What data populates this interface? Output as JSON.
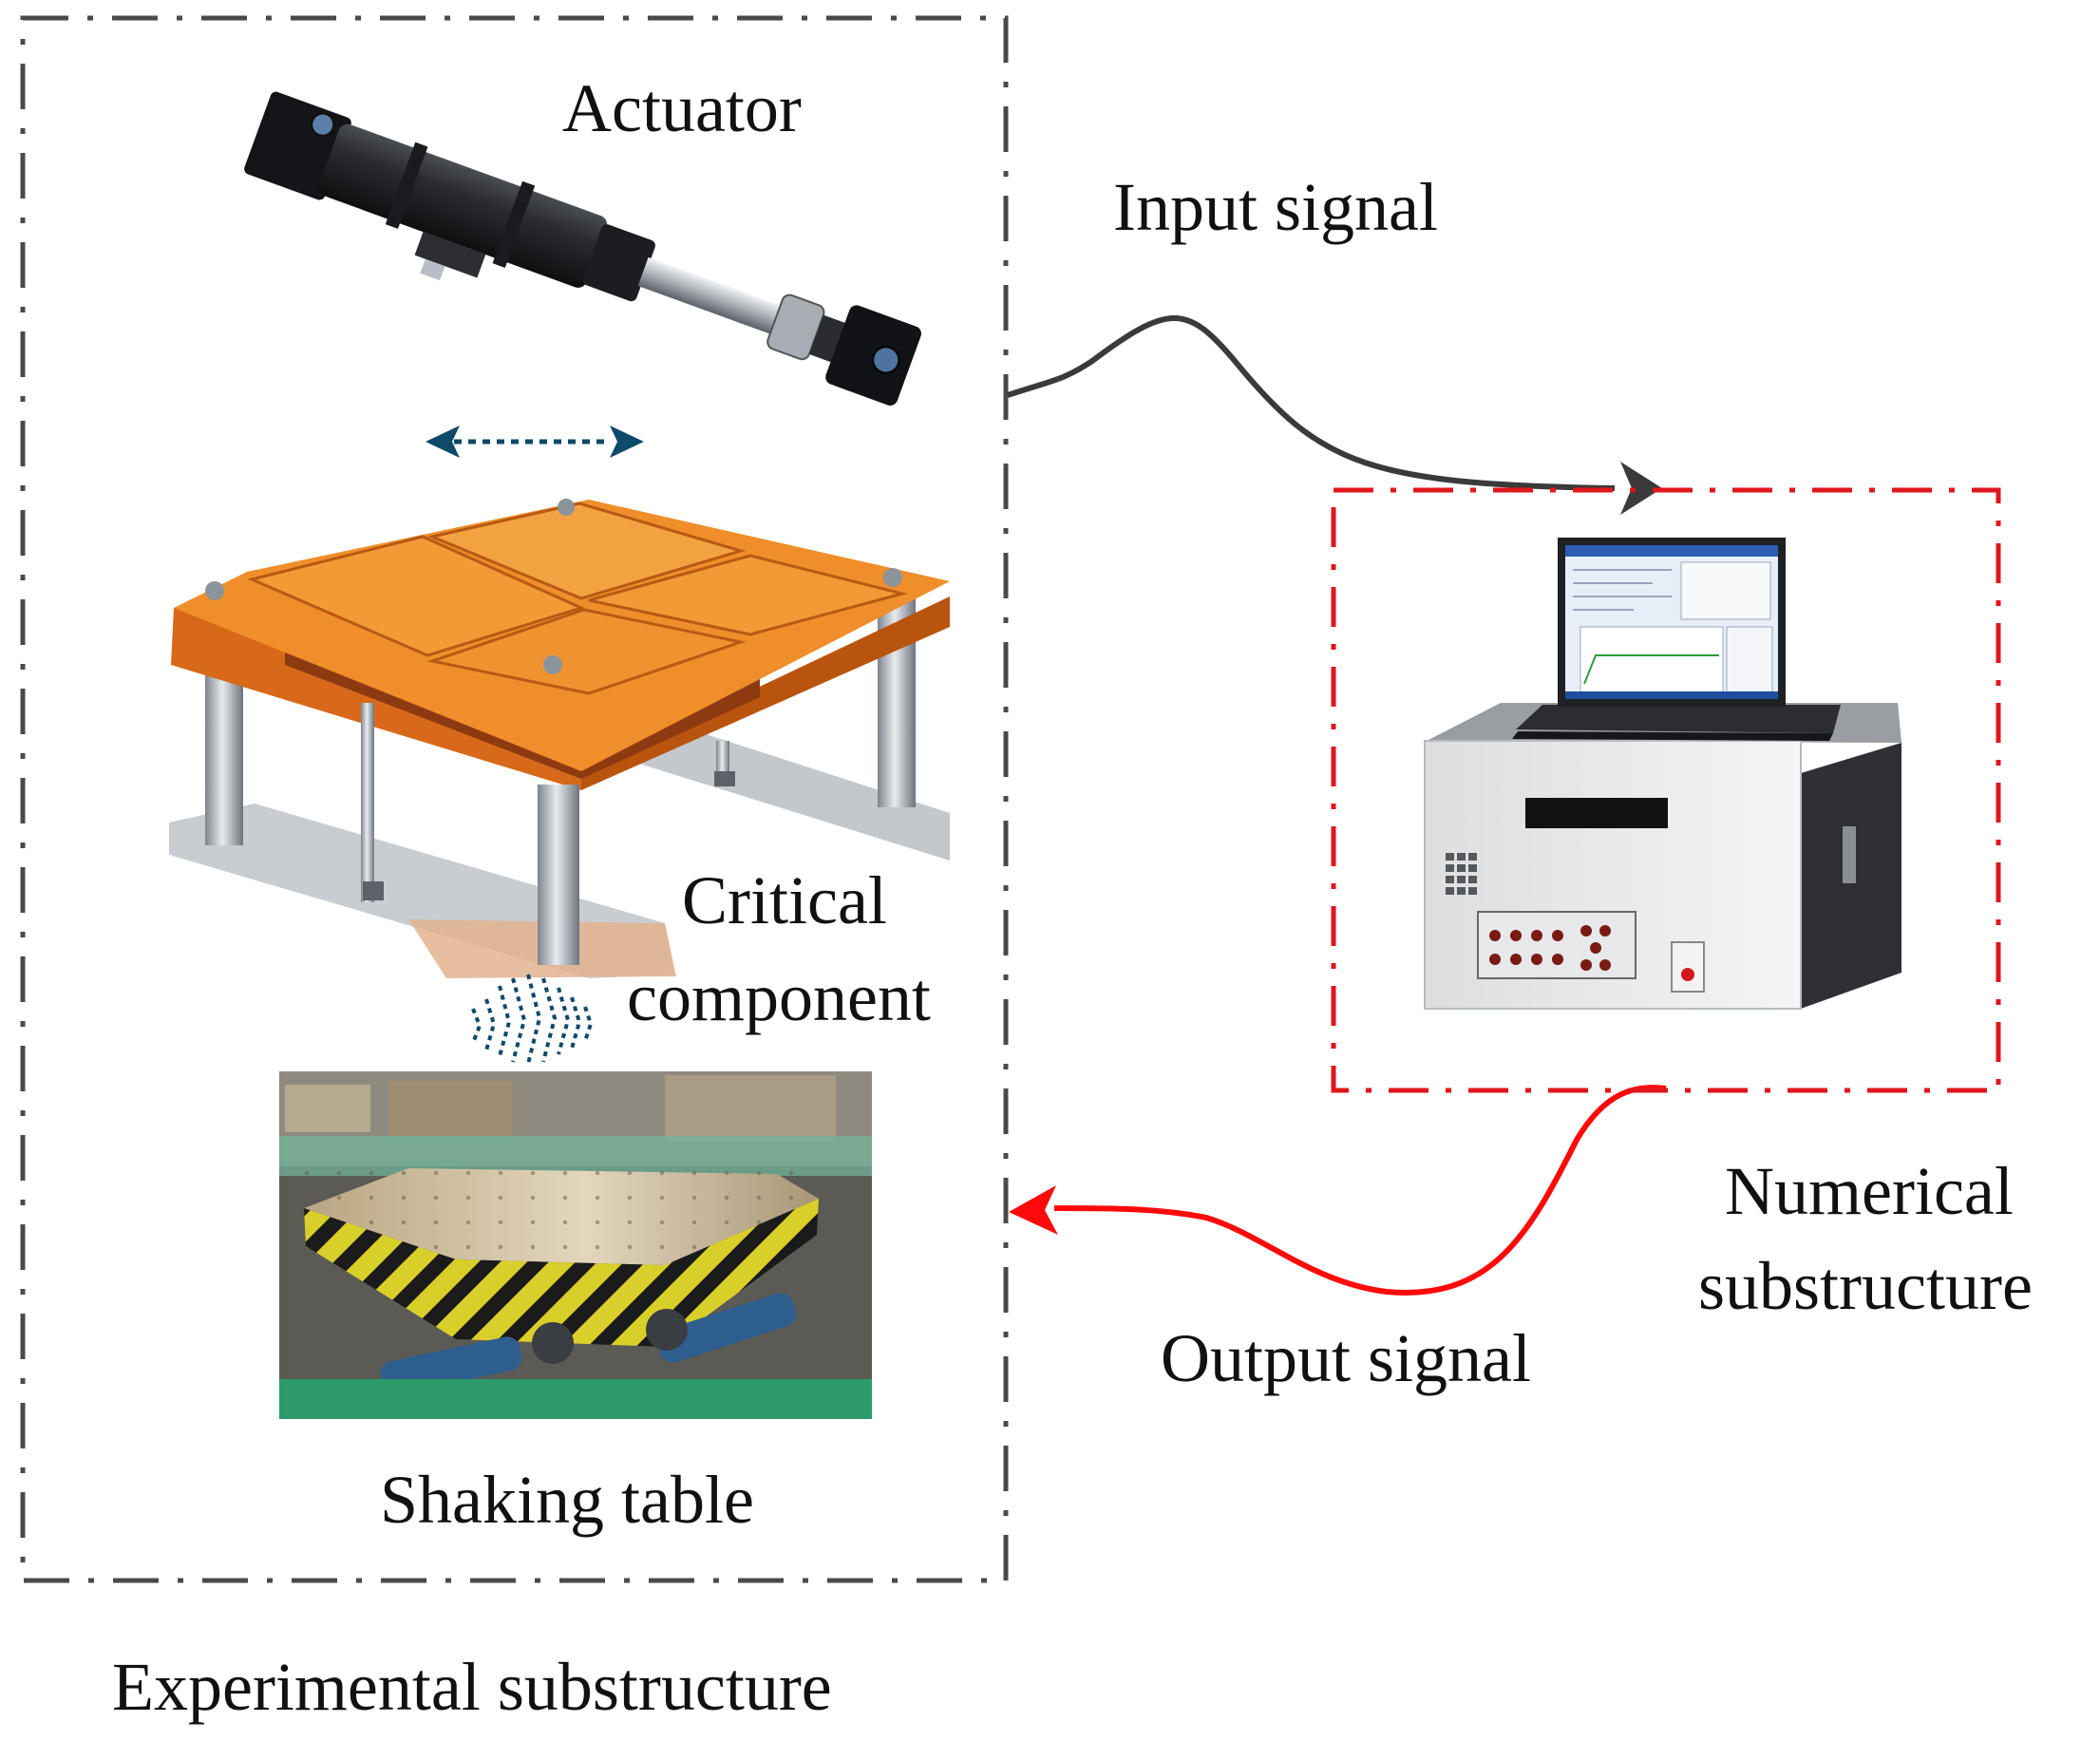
{
  "labels": {
    "actuator": "Actuator",
    "critical_line1": "Critical",
    "critical_line2": "component",
    "shaking_table": "Shaking table",
    "experimental": "Experimental substructure",
    "input_signal": "Input signal",
    "output_signal": "Output signal",
    "numerical_line1": "Numerical",
    "numerical_line2": "substructure"
  },
  "colors": {
    "experimental_box": "#4a4a4a",
    "numerical_box": "#e0161c",
    "input_arrow": "#3a3a3a",
    "output_arrow": "#ff0a0a",
    "motion_arrow": "#0e4a6a",
    "platform_orange": "#e8821f"
  },
  "icons": {
    "actuator": "hydraulic-actuator-icon",
    "critical": "isolation-bearing-platform-icon",
    "shaking": "shaking-table-photo-icon",
    "computer": "laptop-controller-icon"
  }
}
